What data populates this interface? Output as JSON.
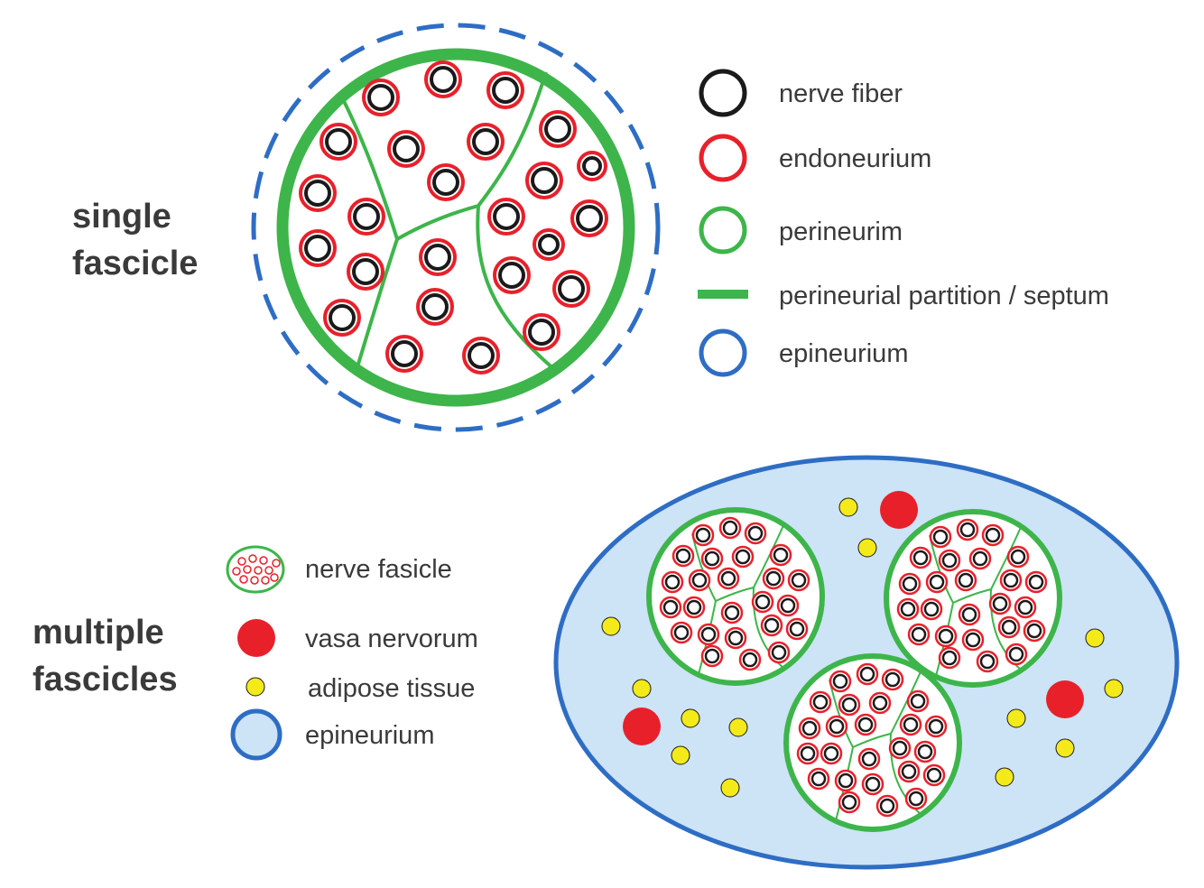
{
  "single": {
    "title_line1": "single",
    "title_line2": "fascicle"
  },
  "multiple": {
    "title_line1": "multiple",
    "title_line2": "fascicles"
  },
  "legend_top": [
    {
      "label": "nerve fiber",
      "icon": "nerve-fiber-icon",
      "color": "#222222"
    },
    {
      "label": "endoneurium",
      "icon": "endoneurium-icon",
      "color": "#e8202a"
    },
    {
      "label": "perineurim",
      "icon": "perineurium-icon",
      "color": "#3db54a"
    },
    {
      "label": "perineurial partition / septum",
      "icon": "septum-icon",
      "color": "#3db54a"
    },
    {
      "label": "epineurium",
      "icon": "epineurium-icon",
      "color": "#2e6dc4"
    }
  ],
  "legend_bottom": [
    {
      "label": "nerve fasicle",
      "icon": "nerve-fascicle-icon",
      "color": "#3db54a"
    },
    {
      "label": "vasa nervorum",
      "icon": "vasa-nervorum-icon",
      "color": "#e8202a"
    },
    {
      "label": "adipose tissue",
      "icon": "adipose-tissue-icon",
      "color": "#f4ea1a"
    },
    {
      "label": "epineurium",
      "icon": "epineurium-icon",
      "color": "#2e6dc4"
    }
  ],
  "colors": {
    "nerve_fiber": "#1a1a1a",
    "endoneurium": "#e8202a",
    "perineurium": "#3db54a",
    "epineurium": "#2e6dc4",
    "epineurium_fill": "#cde3f6",
    "adipose": "#f4ea1a",
    "vasa": "#e8202a"
  }
}
